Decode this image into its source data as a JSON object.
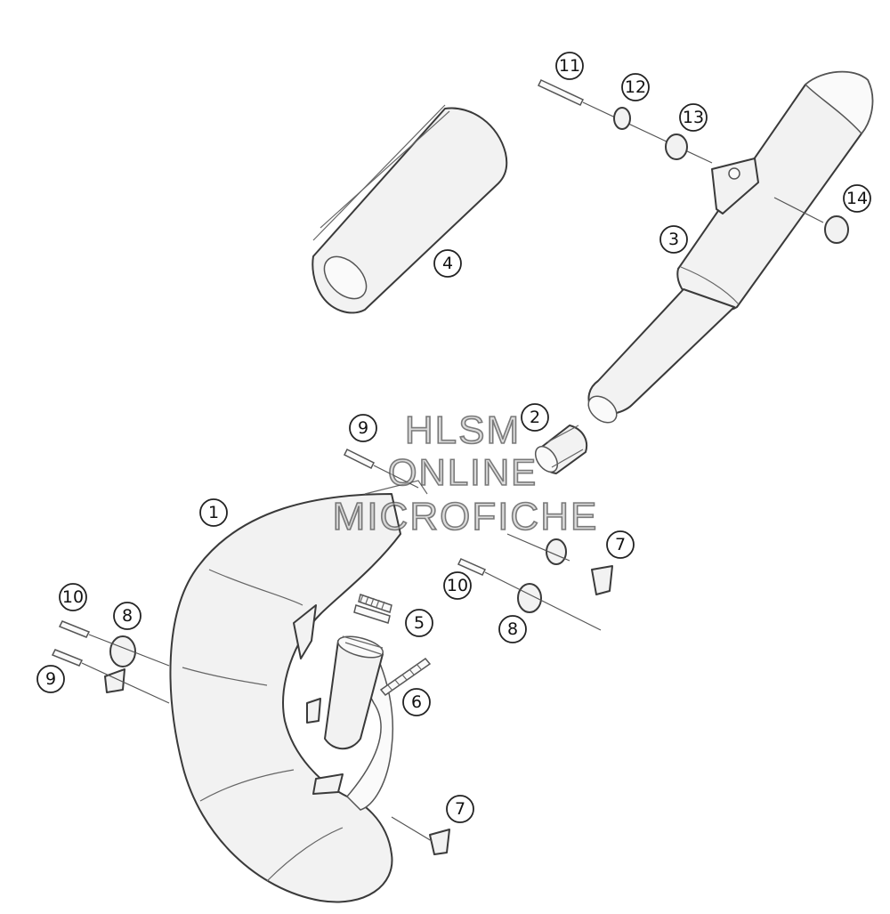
{
  "watermark": {
    "line1": "HLSM",
    "line2": "ONLINE",
    "line3": "MICROFICHE"
  },
  "callouts": {
    "c11": "11",
    "c12": "12",
    "c13": "13",
    "c14": "14",
    "c3": "3",
    "c4": "4",
    "c2": "2",
    "c9a": "9",
    "c1": "1",
    "c7a": "7",
    "c10a": "10",
    "c10b": "10",
    "c8a": "8",
    "c8b": "8",
    "c5": "5",
    "c9b": "9",
    "c6": "6",
    "c7b": "7"
  },
  "colors": {
    "line": "#3a3a3a",
    "fill": "#f2f2f2",
    "background": "#ffffff"
  }
}
